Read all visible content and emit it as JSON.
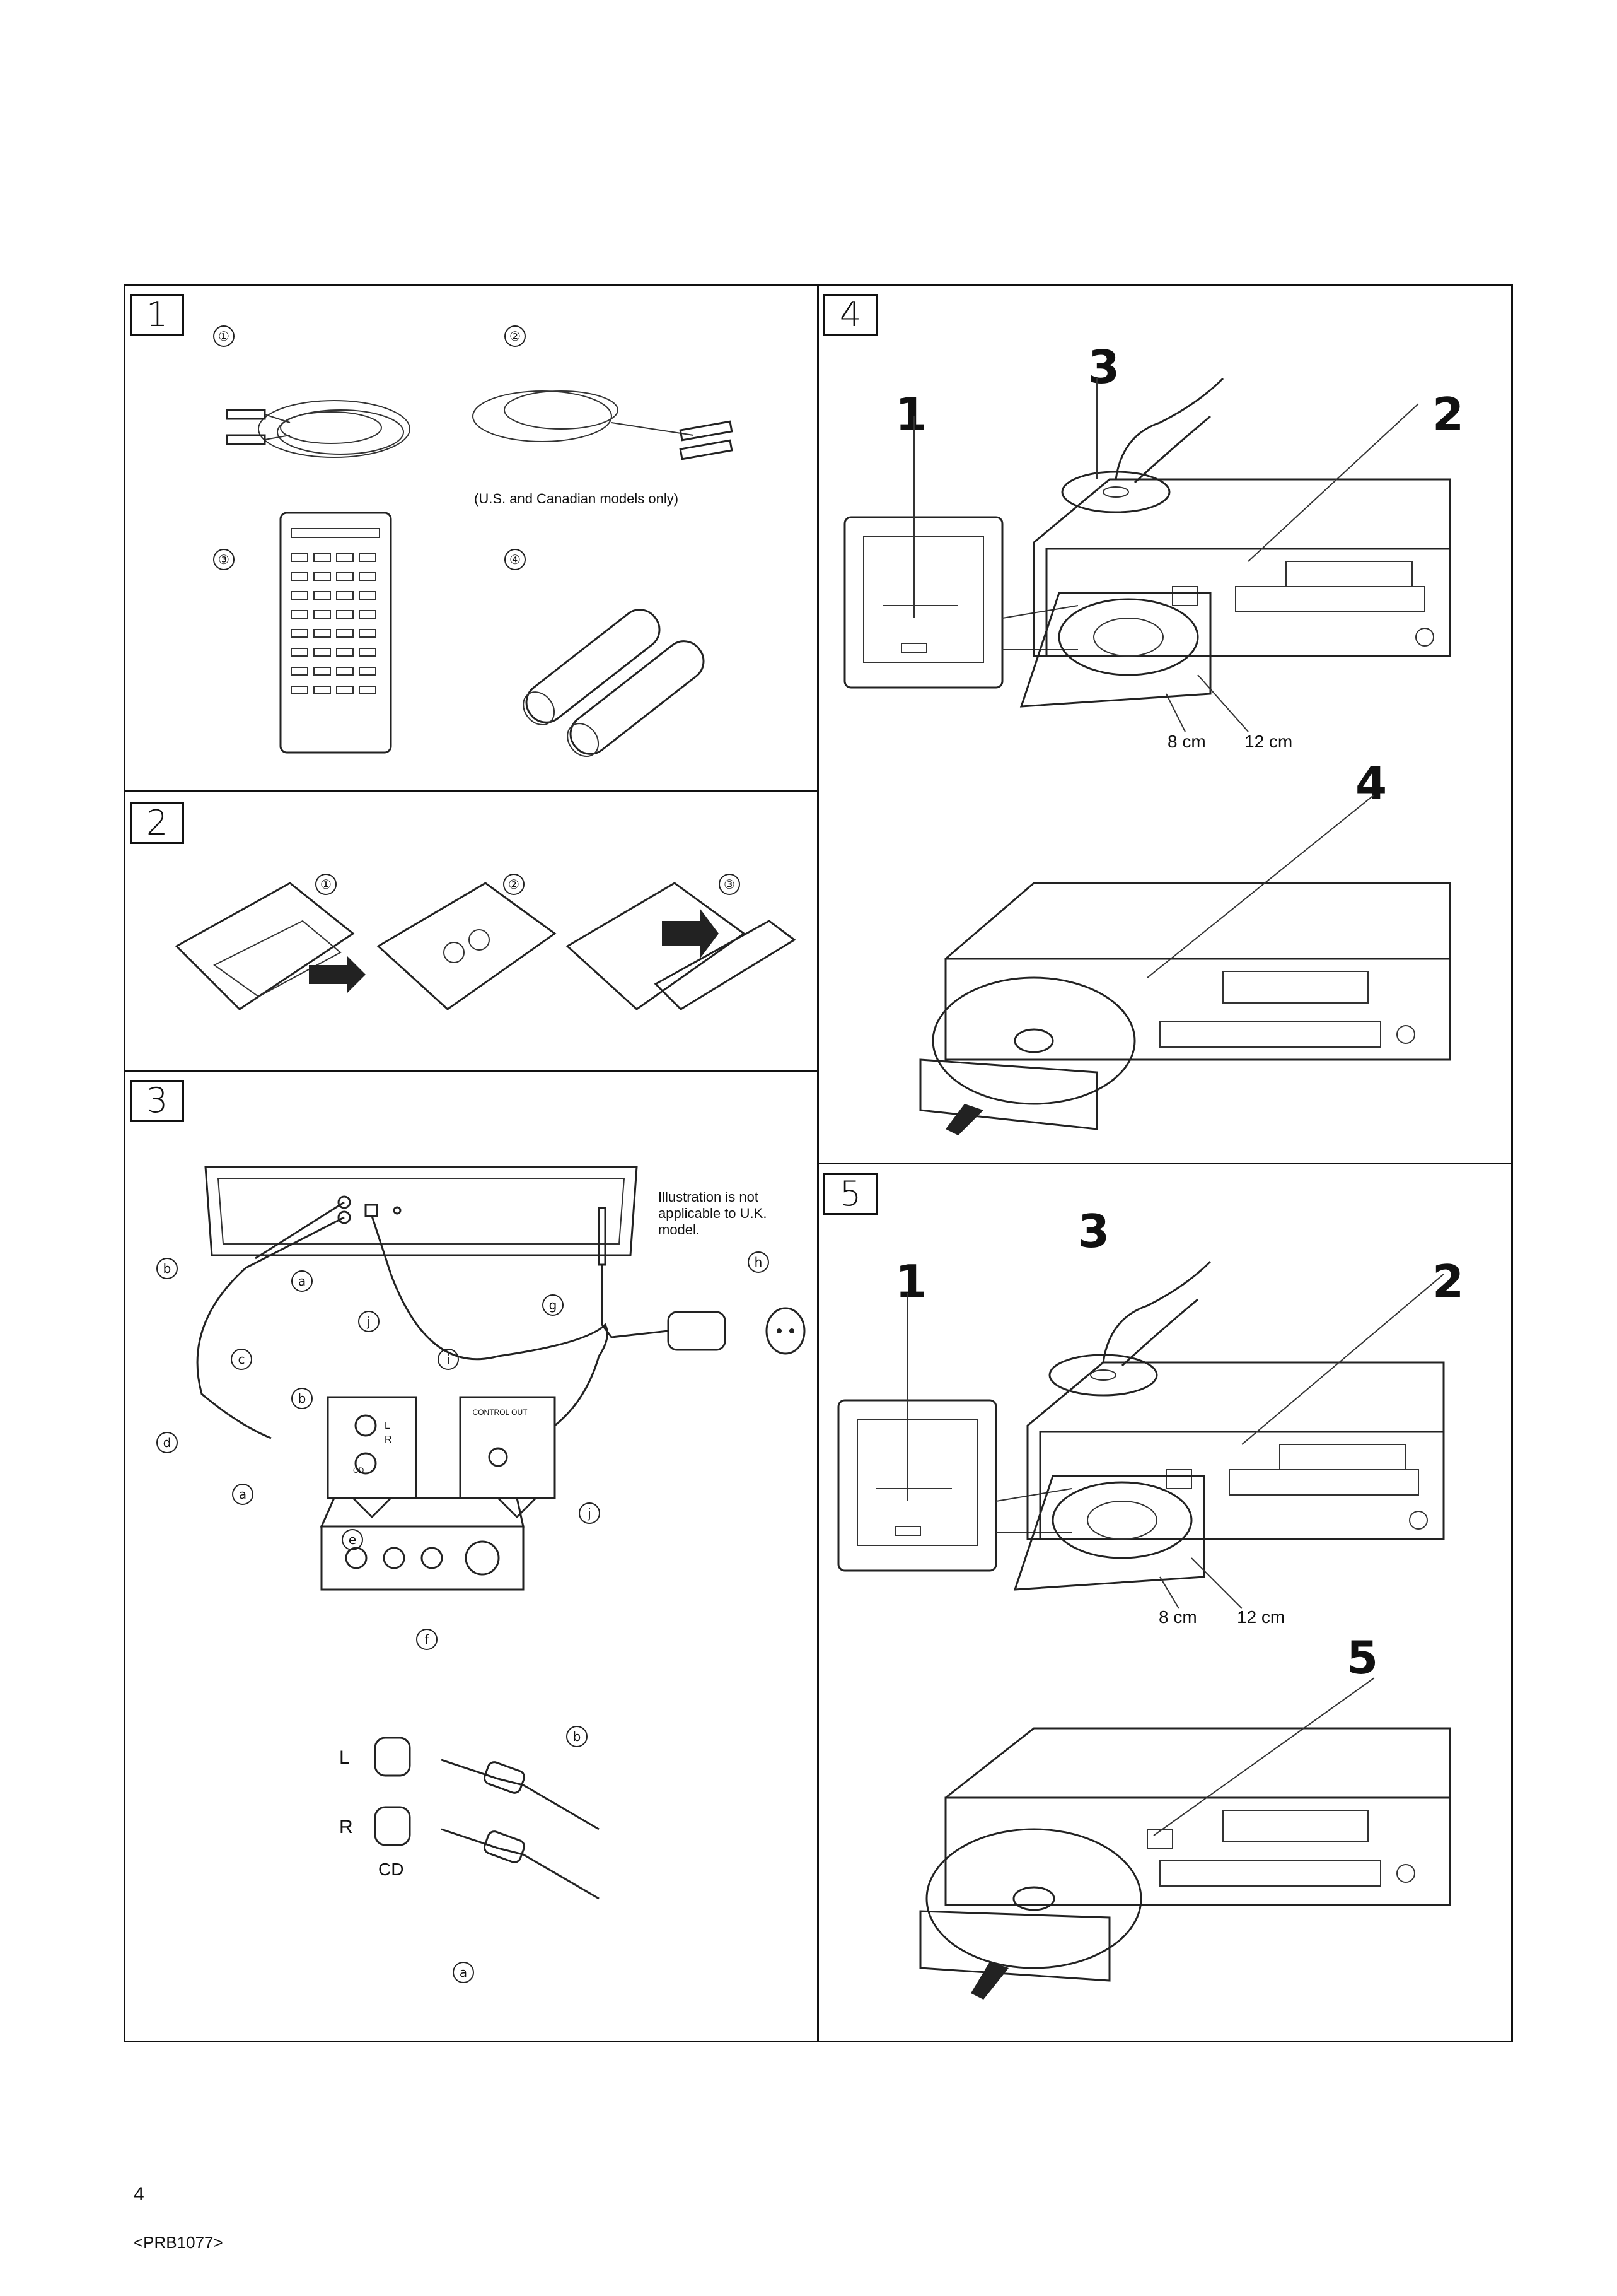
{
  "sections": {
    "s1": {
      "number": "1",
      "items": [
        "①",
        "②",
        "③",
        "④"
      ],
      "note": "(U.S. and Canadian models only)"
    },
    "s2": {
      "number": "2",
      "items": [
        "①",
        "②",
        "③"
      ]
    },
    "s3": {
      "number": "3",
      "note": "Illustration is not applicable to U.K. model.",
      "labels": {
        "a": "a",
        "b": "b",
        "c": "c",
        "d": "d",
        "e": "e",
        "f": "f",
        "g": "g",
        "h": "h",
        "i": "i",
        "j": "j"
      },
      "panel_lr": "L\nR",
      "cd_small": "CD",
      "control_out": "CONTROL OUT",
      "plug_L": "L",
      "plug_R": "R",
      "plug_CD": "CD"
    },
    "s4": {
      "number": "4",
      "steps": [
        "1",
        "2",
        "3",
        "4"
      ],
      "disc_8": "8 cm",
      "disc_12": "12 cm"
    },
    "s5": {
      "number": "5",
      "steps": [
        "1",
        "2",
        "3",
        "5"
      ],
      "disc_8": "8 cm",
      "disc_12": "12 cm"
    }
  },
  "footer": {
    "page_number": "4",
    "code": "<PRB1077>"
  }
}
